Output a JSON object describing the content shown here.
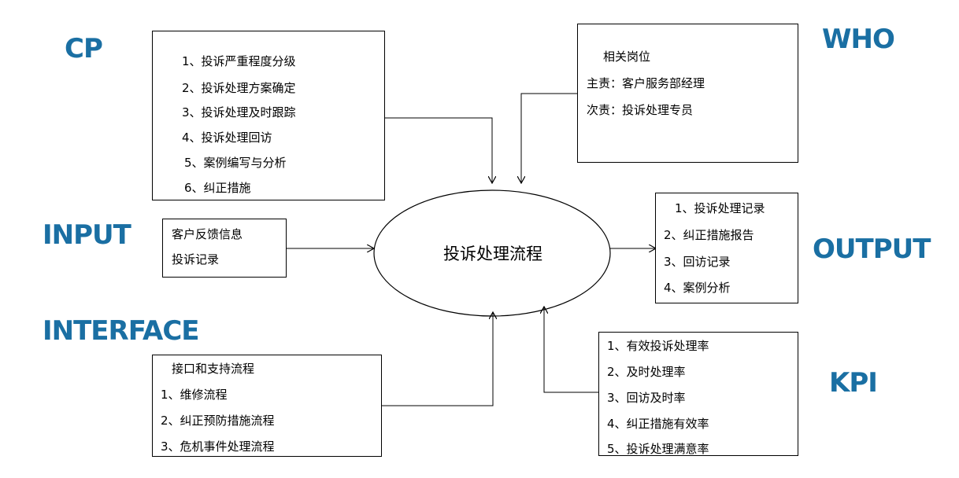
{
  "labels": {
    "cp": "CP",
    "who": "WHO",
    "input": "INPUT",
    "output": "OUTPUT",
    "interface": "INTERFACE",
    "kpi": "KPI"
  },
  "center": {
    "title": "投诉处理流程"
  },
  "cp_box": {
    "items": [
      "1、投诉严重程度分级",
      "2、投诉处理方案确定",
      "3、投诉处理及时跟踪",
      "4、投诉处理回访",
      "5、案例编写与分析",
      "6、纠正措施"
    ]
  },
  "who_box": {
    "heading": "相关岗位",
    "items": [
      "主责：客户服务部经理",
      "次责：投诉处理专员"
    ]
  },
  "input_box": {
    "items": [
      "客户反馈信息",
      "投诉记录"
    ]
  },
  "output_box": {
    "items": [
      "1、投诉处理记录",
      "2、纠正措施报告",
      "3、回访记录",
      "4、案例分析"
    ]
  },
  "interface_box": {
    "heading": "接口和支持流程",
    "items": [
      "1、维修流程",
      "2、纠正预防措施流程",
      "3、危机事件处理流程"
    ]
  },
  "kpi_box": {
    "items": [
      "1、有效投诉处理率",
      "2、及时处理率",
      "3、回访及时率",
      "4、纠正措施有效率",
      "5、投诉处理满意率"
    ]
  },
  "colors": {
    "label_blue": "#1a6fa3",
    "line": "#000000"
  }
}
